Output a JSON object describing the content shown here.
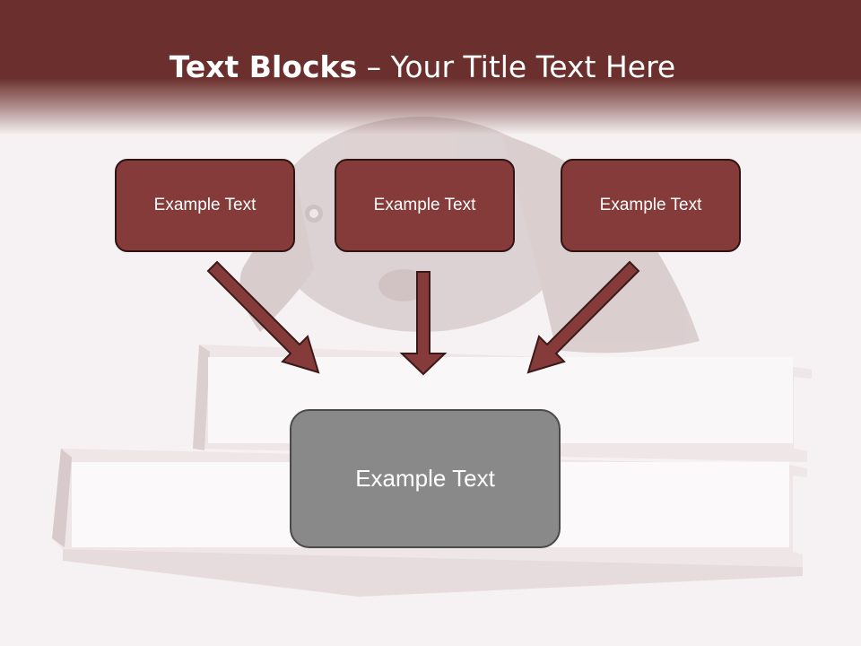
{
  "slide": {
    "title_bold": "Text Blocks",
    "title_dash": " – ",
    "title_rest": "Your Title Text Here"
  },
  "blocks": [
    {
      "label": "Example Text"
    },
    {
      "label": "Example Text"
    },
    {
      "label": "Example Text"
    }
  ],
  "center_block": {
    "label": "Example Text"
  },
  "colors": {
    "header": "#6b302d",
    "small_box_fill": "#843b39",
    "small_box_border": "#2e1413",
    "center_box_fill": "#898989",
    "arrow_fill": "#843b39",
    "arrow_stroke": "#3a1a19"
  }
}
